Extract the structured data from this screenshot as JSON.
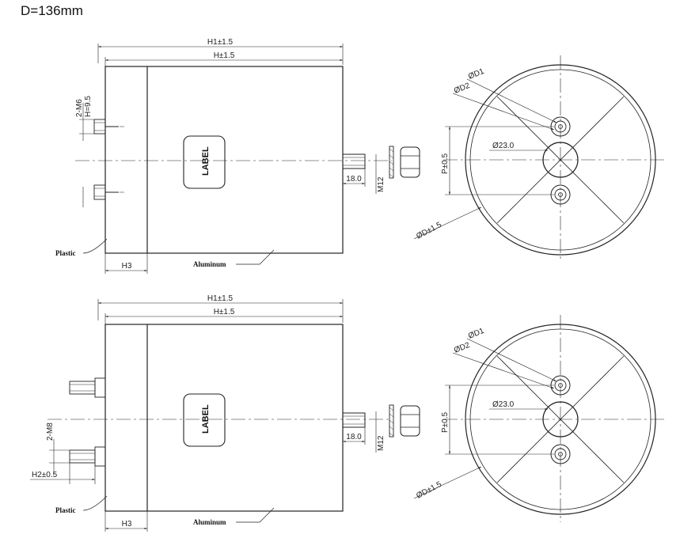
{
  "title": "D=136mm",
  "top_view": {
    "h1_dim": "H1±1.5",
    "h_dim": "H±1.5",
    "thread_left": "2-M6",
    "thread_height": "H=9.5",
    "label": "LABEL",
    "stud_length": "18.0",
    "stud_thread": "M12",
    "plastic": "Plastic",
    "aluminum": "Aluminum",
    "h3": "H3"
  },
  "top_end_view": {
    "d1": "ØD1",
    "d2": "ØD2",
    "center_dia": "Ø23.0",
    "pitch": "P±0.5",
    "outer_dia": "ØD±1.5"
  },
  "bottom_view": {
    "h1_dim": "H1±1.5",
    "h_dim": "H±1.5",
    "thread_left": "2-M8",
    "h2_dim": "H2±0.5",
    "label": "LABEL",
    "stud_length": "18.0",
    "stud_thread": "M12",
    "plastic": "Plastic",
    "aluminum": "Aluminum",
    "h3": "H3"
  },
  "bottom_end_view": {
    "d1": "ØD1",
    "d2": "ØD2",
    "center_dia": "Ø23.0",
    "pitch": "P±0.5",
    "outer_dia": "ØD±1.5"
  }
}
